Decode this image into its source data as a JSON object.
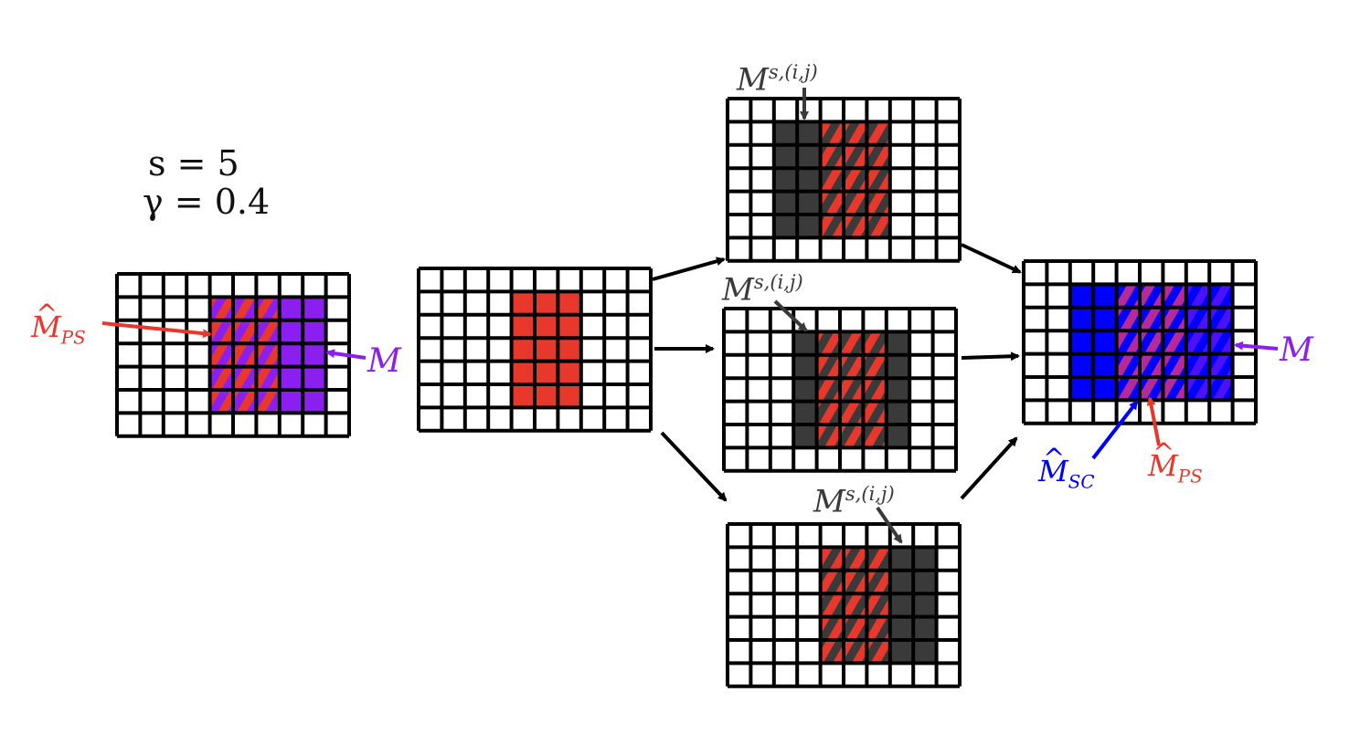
{
  "colors": {
    "grid_line": "#000000",
    "cell": "#ffffff",
    "ps": "#e8382c",
    "m": "#8a1ff0",
    "sc": "#0000ff",
    "scan": "#3a3a3a",
    "label_gray": "#3a3a3a",
    "arrow": "#000000"
  },
  "params": {
    "s_text": "s = 5",
    "gamma_text": "γ = 0.4"
  },
  "labels": {
    "m_hat_ps": {
      "base": "M",
      "sub": "PS"
    },
    "m": "M",
    "m_hat_sc": {
      "base": "M",
      "sub": "SC"
    },
    "scan_mask": {
      "base": "M",
      "sup": "s,(i,j)"
    }
  },
  "grids": [
    {
      "id": "input-grid",
      "role": "input",
      "rows": 7,
      "cols": 10,
      "fills": [
        {
          "color": "m",
          "r0": 1,
          "c0": 4,
          "r1": 5,
          "c1": 8
        },
        {
          "color": "ps",
          "r0": 1,
          "c0": 4,
          "r1": 5,
          "c1": 6,
          "hatch": true,
          "opacity": 1
        }
      ]
    },
    {
      "id": "ps-grid",
      "role": "patch-selection",
      "rows": 7,
      "cols": 10,
      "fills": [
        {
          "color": "ps",
          "r0": 1,
          "c0": 4,
          "r1": 5,
          "c1": 6
        }
      ]
    },
    {
      "id": "scan-grid-top",
      "role": "scan",
      "rows": 7,
      "cols": 10,
      "fills": [
        {
          "color": "scan",
          "r0": 1,
          "c0": 2,
          "r1": 5,
          "c1": 6
        },
        {
          "color": "ps",
          "r0": 1,
          "c0": 4,
          "r1": 5,
          "c1": 6,
          "hatch": true
        }
      ]
    },
    {
      "id": "scan-grid-middle",
      "role": "scan",
      "rows": 7,
      "cols": 10,
      "fills": [
        {
          "color": "scan",
          "r0": 1,
          "c0": 3,
          "r1": 5,
          "c1": 7
        },
        {
          "color": "ps",
          "r0": 1,
          "c0": 4,
          "r1": 5,
          "c1": 6,
          "hatch": true
        }
      ]
    },
    {
      "id": "scan-grid-bottom",
      "role": "scan",
      "rows": 7,
      "cols": 10,
      "fills": [
        {
          "color": "scan",
          "r0": 1,
          "c0": 4,
          "r1": 5,
          "c1": 8
        },
        {
          "color": "ps",
          "r0": 1,
          "c0": 4,
          "r1": 5,
          "c1": 6,
          "hatch": true
        }
      ]
    },
    {
      "id": "output-grid",
      "role": "output",
      "rows": 7,
      "cols": 10,
      "fills": [
        {
          "color": "sc",
          "r0": 1,
          "c0": 2,
          "r1": 5,
          "c1": 8
        },
        {
          "color": "ps",
          "r0": 1,
          "c0": 4,
          "r1": 5,
          "c1": 6,
          "hatch": true
        },
        {
          "color": "m",
          "r0": 1,
          "c0": 4,
          "r1": 5,
          "c1": 8,
          "hatch": true,
          "opacity": 0.55
        }
      ]
    }
  ]
}
